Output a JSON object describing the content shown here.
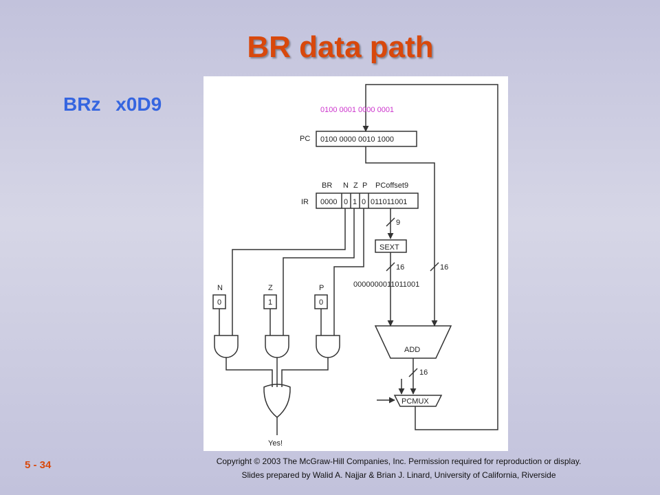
{
  "slide": {
    "title": "BR data path",
    "subtitle": "BRz  x0D9",
    "slide_number": "5 - 34",
    "copyright": "Copyright © 2003 The McGraw-Hill  Companies, Inc. Permission required for reproduction or display.",
    "credits": "Slides prepared by Walid A. Najjar  & Brian J. Linard, University of California, Riverside"
  },
  "diagram": {
    "pc_new_value": "0100  0001  0000  0001",
    "pc_label": "PC",
    "pc_value": "0100  0000  0010  1000",
    "ir_label": "IR",
    "ir_field_labels": {
      "br": "BR",
      "n": "N",
      "z": "Z",
      "p": "P",
      "offset": "PCoffset9"
    },
    "ir_fields": {
      "opcode": "0000",
      "n": "0",
      "z": "1",
      "p": "0",
      "offset": "011011001"
    },
    "bus_width_9": "9",
    "sext_label": "SEXT",
    "bus_width_16_sext": "16",
    "bus_width_16_pc": "16",
    "sext_output": "0000000011011001",
    "cc_labels": {
      "n": "N",
      "z": "Z",
      "p": "P"
    },
    "cc_values": {
      "n": "0",
      "z": "1",
      "p": "0"
    },
    "add_label": "ADD",
    "bus_width_16_add": "16",
    "pcmux_label": "PCMUX",
    "yes_label": "Yes!"
  }
}
